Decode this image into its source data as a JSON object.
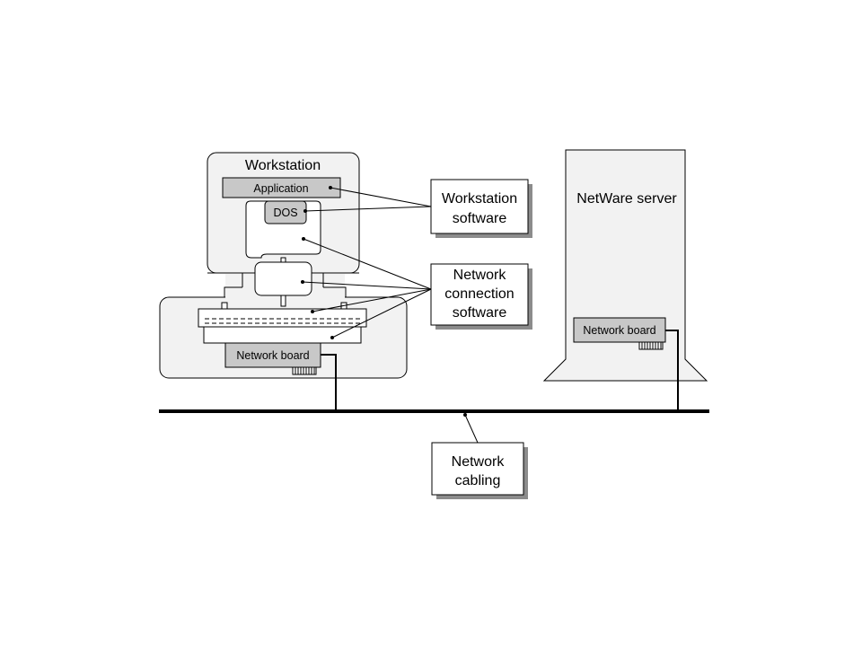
{
  "workstation": {
    "title": "Workstation",
    "application_label": "Application",
    "dos_label": "DOS",
    "network_board_label": "Network board"
  },
  "server": {
    "title": "NetWare server",
    "network_board_label": "Network board"
  },
  "callouts": {
    "workstation_software": [
      "Workstation",
      "software"
    ],
    "network_connection_software": [
      "Network",
      "connection",
      "software"
    ],
    "network_cabling": [
      "Network",
      "cabling"
    ]
  },
  "colors": {
    "panel_fill": "#f2f2f2",
    "component_fill": "#c8c8c8",
    "stroke": "#000000",
    "shadow": "#8c8c8c"
  }
}
